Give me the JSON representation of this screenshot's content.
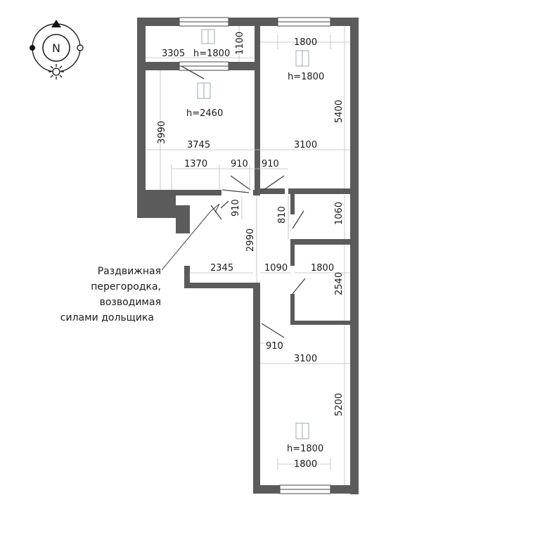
{
  "compass": {
    "north_label": "N"
  },
  "dimensions": {
    "balcony_width": "3305",
    "balcony_depth": "1100",
    "balcony_window_height": "h=1800",
    "room1_width": "3745",
    "room1_depth": "3990",
    "room1_window_height": "h=2460",
    "room2_window_width": "1800",
    "room2_window_height": "h=1800",
    "room2_width": "3100",
    "room2_depth": "5400",
    "door_room1_niche": "1370",
    "door_room1": "910",
    "door_room2": "910",
    "door_entrance": "910",
    "hall_length": "2990",
    "door_wc": "810",
    "wc_depth": "1060",
    "hall_lower_width": "2345",
    "corridor_width": "1090",
    "bath_width": "1800",
    "bath_depth": "2540",
    "door_room3": "910",
    "room3_width": "3100",
    "room3_depth": "5200",
    "room3_window_height": "h=1800",
    "room3_window_width": "1800"
  },
  "note": {
    "lines": [
      "Раздвижная",
      "перегородка,",
      "возводимая",
      "силами дольщика"
    ]
  }
}
